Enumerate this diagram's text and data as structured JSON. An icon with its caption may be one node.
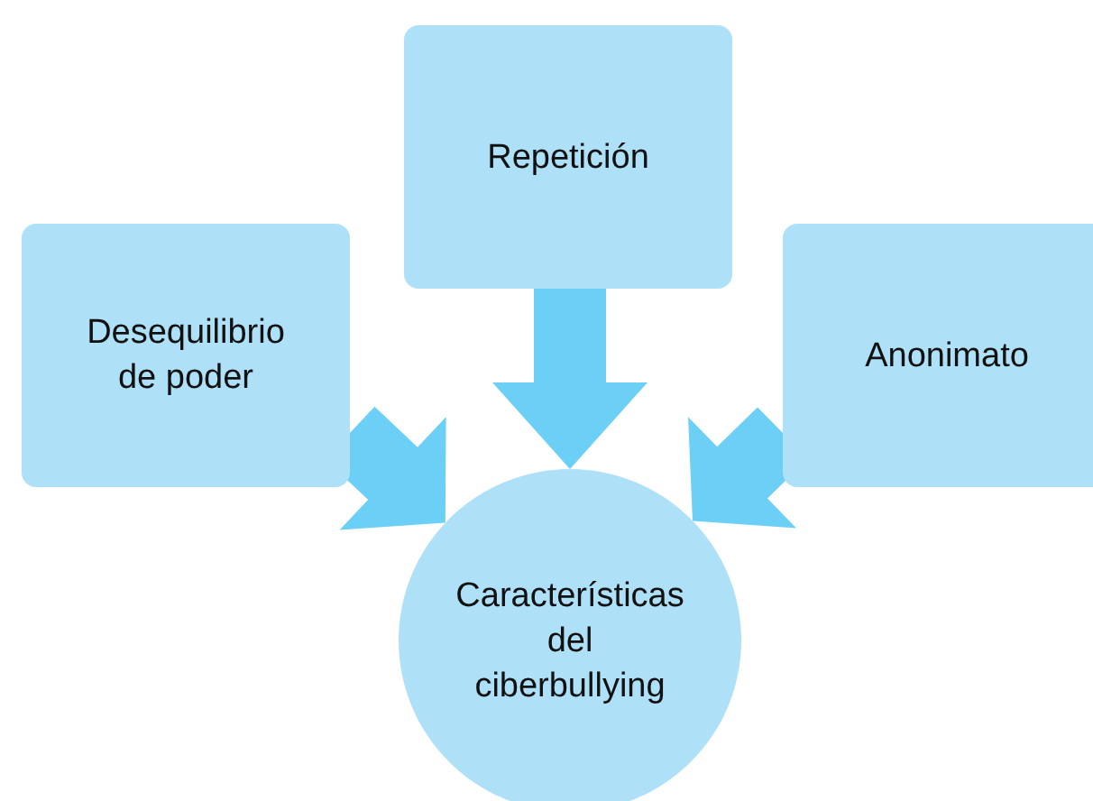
{
  "diagram": {
    "nodes": [
      {
        "text": [
          "Repetición"
        ]
      },
      {
        "text": [
          "Desequilibrio de poder"
        ]
      },
      {
        "text": [
          "Anonimato"
        ]
      },
      {
        "text": [
          "Características del ciberbullying"
        ]
      }
    ],
    "edges": [
      {
        "from": 0,
        "to": 3,
        "arrow": "to"
      },
      {
        "from": 1,
        "to": 3,
        "arrow": "to"
      },
      {
        "from": 2,
        "to": 3,
        "arrow": "to"
      }
    ]
  }
}
